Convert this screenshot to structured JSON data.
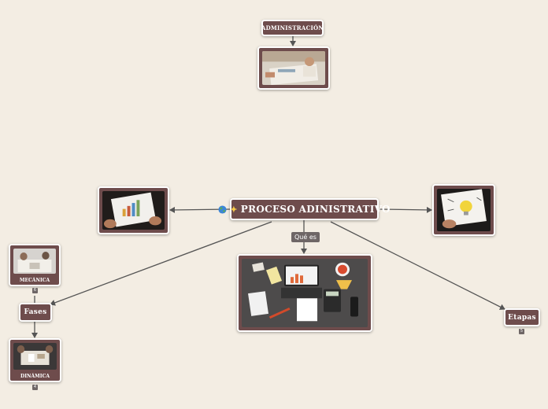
{
  "colors": {
    "background": "#f3ede3",
    "node_fill": "#6e4c4c",
    "node_border": "#ffffff",
    "connector": "#555555",
    "tag_fill": "#6e6666"
  },
  "icons": [
    "globe-icon",
    "sparkle-icon"
  ],
  "nodes": {
    "central": "PROCESO ADINISTRATIVO",
    "administracion": "ADMINISTRACIÓN",
    "fases": "Fases",
    "etapas": "Etapas",
    "mecanica": "MECÁNICA",
    "dinamica": "DINÁMICA"
  },
  "connector_label": "Qué es",
  "badges": {
    "mecanica": "6",
    "dinamica": "4",
    "etapas": "5"
  }
}
